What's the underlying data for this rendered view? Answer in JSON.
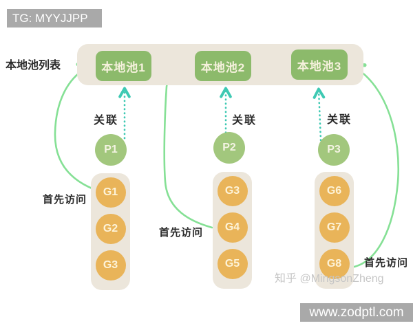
{
  "banners": {
    "tg": "TG: MYYJJPP",
    "site": "www.zodptl.com"
  },
  "watermark": {
    "credit": "知乎 @MingsonZheng"
  },
  "diagram": {
    "pool_list_label": "本地池列表",
    "pools": [
      {
        "label": "本地池1"
      },
      {
        "label": "本地池2"
      },
      {
        "label": "本地池3"
      }
    ],
    "assoc_labels": [
      "关联",
      "关联",
      "关联"
    ],
    "processors": [
      {
        "label": "P1"
      },
      {
        "label": "P2"
      },
      {
        "label": "P3"
      }
    ],
    "access_labels": [
      "首先访问",
      "首先访问",
      "首先访问"
    ],
    "stacks": [
      {
        "items": [
          "G1",
          "G2",
          "G3"
        ]
      },
      {
        "items": [
          "G3",
          "G4",
          "G5"
        ]
      },
      {
        "items": [
          "G6",
          "G7",
          "G8"
        ]
      }
    ]
  },
  "colors": {
    "bg": "#ffffff",
    "beige": "#ece6db",
    "pool-green": "#8cba6b",
    "pool-text": "#f6f1dd",
    "p-green": "#a2c77d",
    "g-orange": "#e9b459",
    "curve-green": "#85e095",
    "assoc-teal": "#3ec9b3",
    "label": "#2a2a2a",
    "banner": "#a9a9a9",
    "watermark": "#c6c6c6"
  }
}
